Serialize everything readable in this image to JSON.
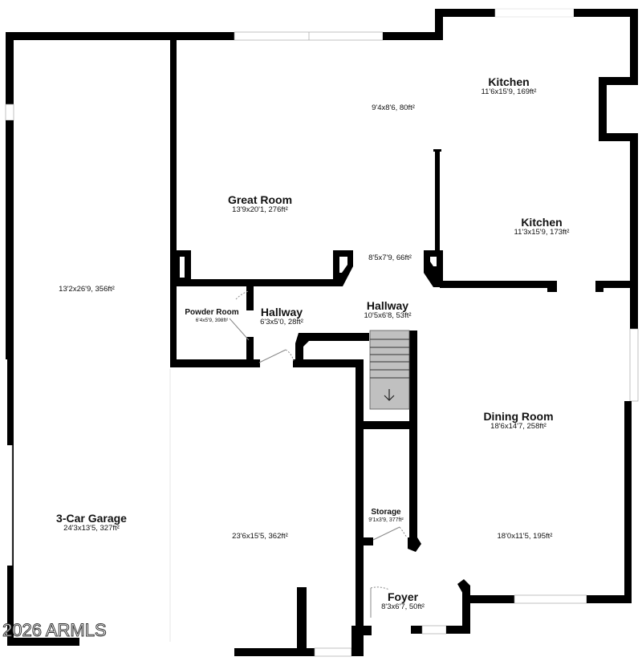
{
  "floorplan": {
    "wall_color": "#000000",
    "stair_color": "#c0c0c0",
    "background": "#ffffff",
    "rooms": [
      {
        "id": "kitchen-upper",
        "name": "Kitchen",
        "dims": "11'6x15'9, 169ft²"
      },
      {
        "id": "nook",
        "name": "",
        "dims": "9'4x8'6, 80ft²"
      },
      {
        "id": "great-room",
        "name": "Great Room",
        "dims": "13'9x20'1, 276ft²"
      },
      {
        "id": "kitchen-lower",
        "name": "Kitchen",
        "dims": "11'3x15'9, 173ft²"
      },
      {
        "id": "left-wing",
        "name": "",
        "dims": "13'2x26'9, 356ft²"
      },
      {
        "id": "passage",
        "name": "",
        "dims": "8'5x7'9, 66ft²"
      },
      {
        "id": "powder-room",
        "name": "Powder Room",
        "dims": "6'4x5'9, 398ft²"
      },
      {
        "id": "hallway-small",
        "name": "Hallway",
        "dims": "6'3x5'0, 28ft²"
      },
      {
        "id": "hallway-main",
        "name": "Hallway",
        "dims": "10'5x6'8, 53ft²"
      },
      {
        "id": "dining-room",
        "name": "Dining Room",
        "dims": "18'6x14'7, 258ft²"
      },
      {
        "id": "three-car-garage",
        "name": "3-Car Garage",
        "dims": "24'3x13'5, 327ft²"
      },
      {
        "id": "garage-bay",
        "name": "",
        "dims": "23'6x15'5, 362ft²"
      },
      {
        "id": "storage",
        "name": "Storage",
        "dims": "9'1x3'9, 377ft²"
      },
      {
        "id": "front-room",
        "name": "",
        "dims": "18'0x11'5, 195ft²"
      },
      {
        "id": "foyer",
        "name": "Foyer",
        "dims": "8'3x6'7, 50ft²"
      }
    ],
    "stairs": {
      "direction": "down",
      "icon": "arrow-down-icon",
      "steps": 6
    },
    "watermark": "2026 ARMLS"
  }
}
